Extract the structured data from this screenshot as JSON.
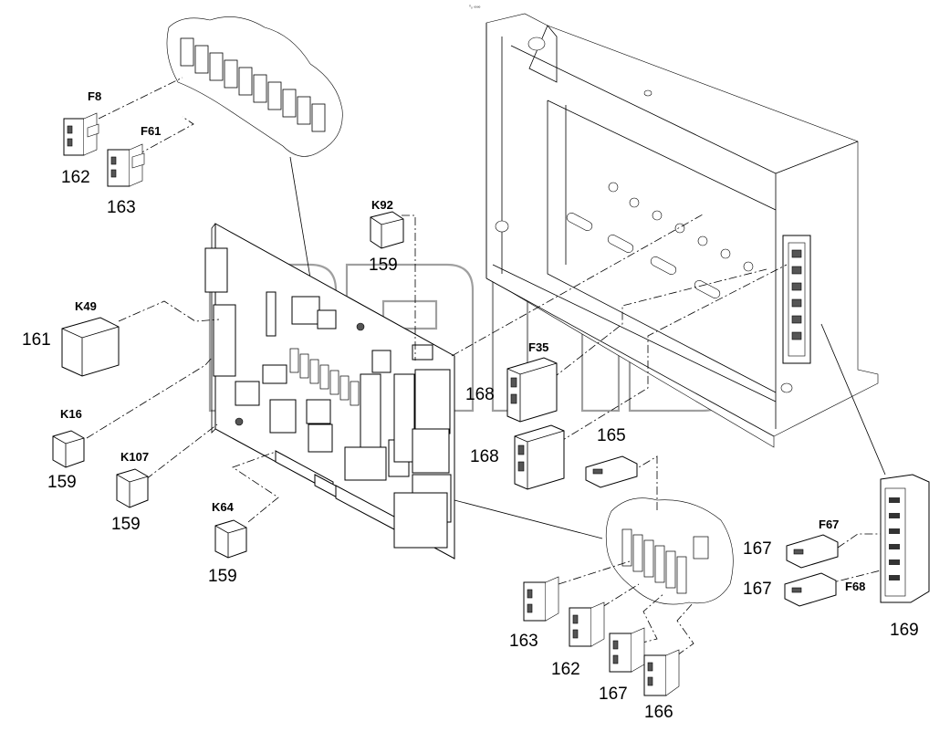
{
  "diagram": {
    "watermark_small": "⁰ₒ ∞∞",
    "watermark_tm": "™",
    "callouts": {
      "c162a": "162",
      "c163a": "163",
      "c159_k92": "159",
      "c161": "161",
      "c159_k16": "159",
      "c159_k107": "159",
      "c159_k64": "159",
      "c168a": "168",
      "c168b": "168",
      "c165": "165",
      "c163b": "163",
      "c162b": "162",
      "c167a": "167",
      "c166": "166",
      "c167b": "167",
      "c167c": "167",
      "c169": "169"
    },
    "refs": {
      "F8": "F8",
      "F61": "F61",
      "K92": "K92",
      "K49": "K49",
      "K16": "K16",
      "K107": "K107",
      "K64": "K64",
      "F35": "F35",
      "F67": "F67",
      "F68": "F68"
    }
  }
}
